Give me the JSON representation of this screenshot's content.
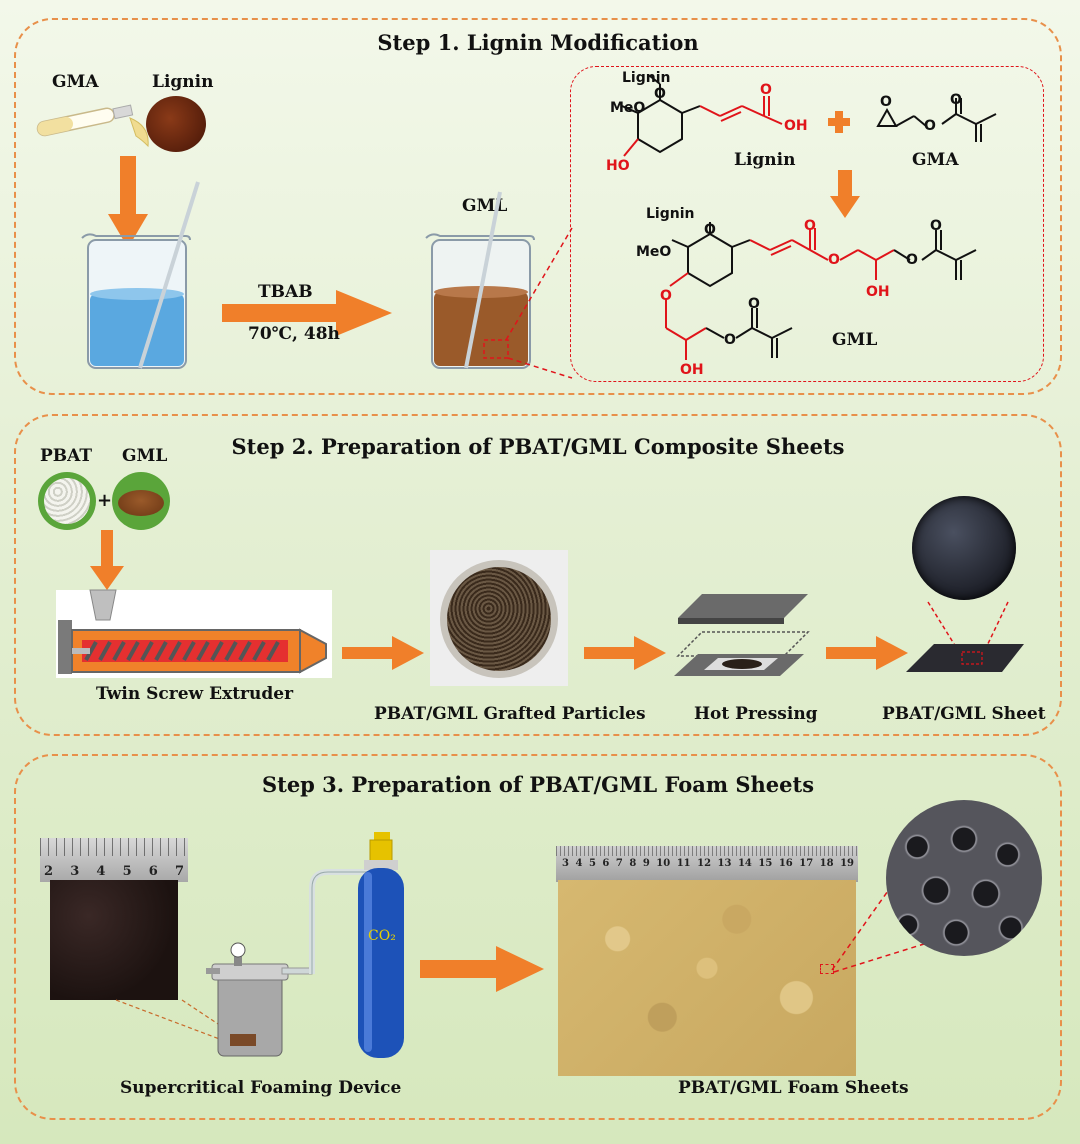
{
  "steps": [
    {
      "title": "Step 1. Lignin Modification"
    },
    {
      "title": "Step 2. Preparation of PBAT/GML Composite Sheets"
    },
    {
      "title": "Step 3. Preparation of PBAT/GML Foam Sheets"
    }
  ],
  "step1": {
    "gma_label": "GMA",
    "lignin_label": "Lignin",
    "reaction_agent": "TBAB",
    "reaction_conditions": "70℃, 48h",
    "gml_beaker_label": "GML",
    "scheme": {
      "lignin_sub_top": "Lignin",
      "o_top": "O",
      "meo_top": "MeO",
      "ho_top": "HO",
      "oh_acid": "OH",
      "o_acid": "O",
      "lignin_name": "Lignin",
      "plus": "+",
      "gma_name": "GMA",
      "lignin_sub_bottom": "Lignin",
      "o_bottom": "O",
      "meo_bottom": "MeO",
      "oh_1": "OH",
      "oh_2": "OH",
      "gml_name": "GML"
    }
  },
  "step2": {
    "pbat_label": "PBAT",
    "gml_label": "GML",
    "plus": "+",
    "extruder_label": "Twin Screw Extruder",
    "particles_label": "PBAT/GML Grafted Particles",
    "pressing_label": "Hot Pressing",
    "sheet_label": "PBAT/GML Sheet"
  },
  "step3": {
    "device_label": "Supercritical Foaming Device",
    "co2_label": "CO₂",
    "foam_label": "PBAT/GML Foam Sheets",
    "ruler_small_ticks": [
      "2",
      "3",
      "4",
      "5",
      "6",
      "7"
    ],
    "ruler_large_ticks": [
      "3",
      "4",
      "5",
      "6",
      "7",
      "8",
      "9",
      "10",
      "11",
      "12",
      "13",
      "14",
      "15",
      "16",
      "17",
      "18",
      "19"
    ]
  },
  "colors": {
    "arrow": "#f07f2a",
    "panel_border": "#e8904a",
    "red_bond": "#e0141a",
    "water_blue": "#5aa8e0",
    "gml_brown": "#9a5a2a",
    "co2_blue": "#1d52b8",
    "foam_tan": "#d2b468"
  }
}
